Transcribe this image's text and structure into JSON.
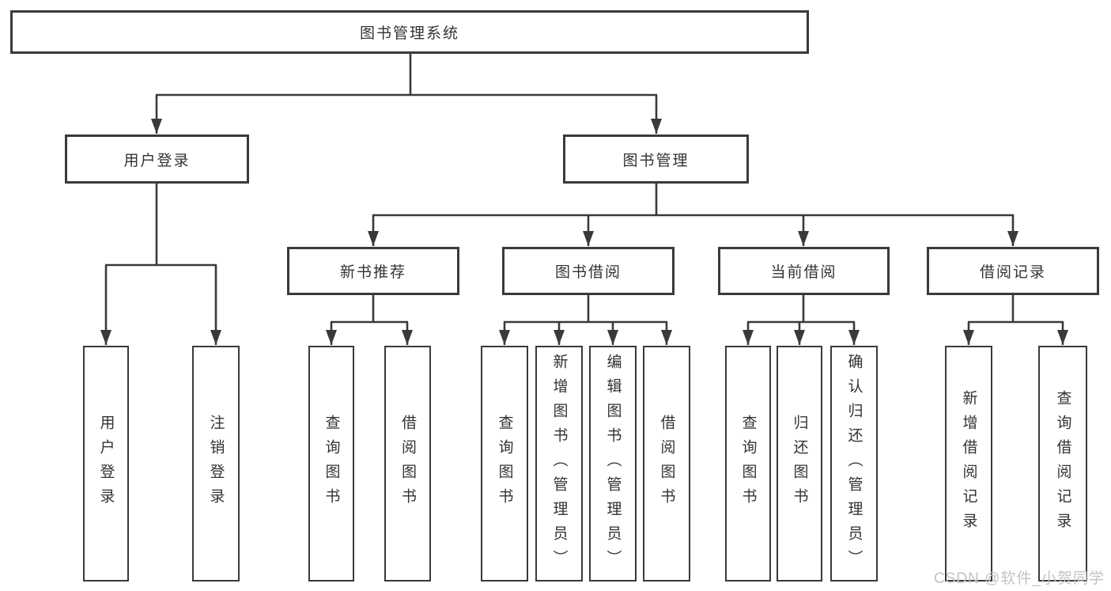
{
  "colors": {
    "line": "#3a3a3a",
    "text": "#333333",
    "watermark": "#c3c3c3"
  },
  "watermark": "CSDN @软件_小贺同学",
  "tree": {
    "root": {
      "label": "图书管理系统"
    },
    "branches": [
      {
        "label": "用户登录",
        "children": [
          {
            "label": "用户登录"
          },
          {
            "label": "注销登录"
          }
        ]
      },
      {
        "label": "图书管理",
        "children": [
          {
            "label": "新书推荐",
            "children": [
              {
                "label": "查询图书"
              },
              {
                "label": "借阅图书"
              }
            ]
          },
          {
            "label": "图书借阅",
            "children": [
              {
                "label": "查询图书"
              },
              {
                "label": "新增图书（管理员）"
              },
              {
                "label": "编辑图书（管理员）"
              },
              {
                "label": "借阅图书"
              }
            ]
          },
          {
            "label": "当前借阅",
            "children": [
              {
                "label": "查询图书"
              },
              {
                "label": "归还图书"
              },
              {
                "label": "确认归还（管理员）"
              }
            ]
          },
          {
            "label": "借阅记录",
            "children": [
              {
                "label": "新增借阅记录"
              },
              {
                "label": "查询借阅记录"
              }
            ]
          }
        ]
      }
    ]
  }
}
